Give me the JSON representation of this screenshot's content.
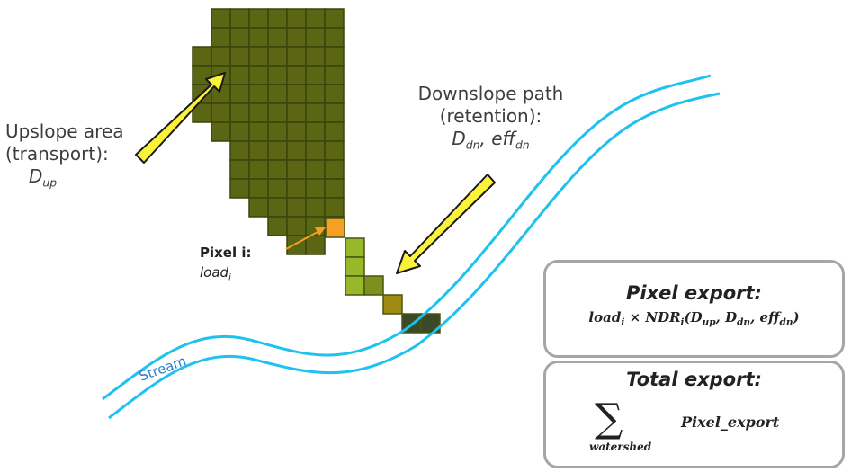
{
  "upslope": {
    "line1": "Upslope area",
    "line2": "(transport):",
    "symbol": "D",
    "symbol_sub": "up"
  },
  "downslope": {
    "line1": "Downslope path",
    "line2": "(retention):",
    "sym1": "D",
    "sym1_sub": "dn",
    "sep": ",",
    "sym2": "eff",
    "sym2_sub": "dn"
  },
  "pixel_i": {
    "title": "Pixel i:",
    "symbol": "load",
    "symbol_sub": "i"
  },
  "stream": {
    "label": "Stream"
  },
  "pixel_export": {
    "title": "Pixel export:",
    "f_load": "load",
    "f_load_sub": "i",
    "f_times": " × NDR",
    "f_ndr_sub": "i",
    "f_open": "(D",
    "f_up": "up",
    "f_comma1": ", D",
    "f_dn": "dn",
    "f_comma2": ", eff",
    "f_dn2": "dn",
    "f_close": ")"
  },
  "total_export": {
    "title": "Total export:",
    "sigma": "∑",
    "sigma_sub": "watershed",
    "term": "Pixel_export"
  },
  "colors": {
    "upslope_cell": "#5a6614",
    "upslope_grid": "#3b440b",
    "pixel_i": "#f5a023",
    "path_light": "#97b829",
    "path_mid": "#7e8f1d",
    "path_ochre": "#a08a16",
    "path_dark": "#3a4a26",
    "stream": "#1fc1ee",
    "arrow_fill": "#fbf23a",
    "arrow_stroke": "#1a1a1a",
    "small_arrow": "#f5a023",
    "box_border": "#a6a6a6"
  }
}
